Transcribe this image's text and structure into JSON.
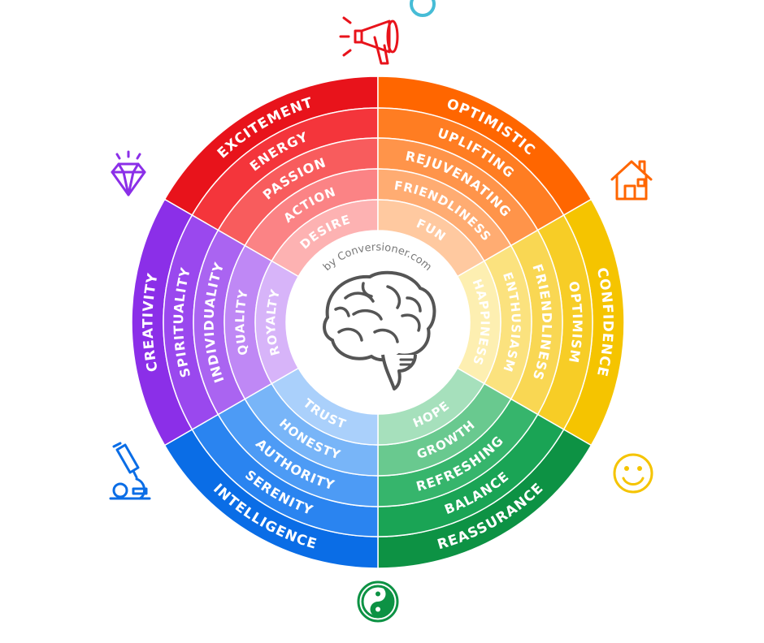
{
  "credit": "by Conversioner.com",
  "colors": {
    "red": [
      "#e8131b",
      "#f4353b",
      "#f85c5d",
      "#fb8385",
      "#fdb2b2"
    ],
    "orange": [
      "#ff6600",
      "#ff7d22",
      "#ff944a",
      "#ffac72",
      "#ffc9a0"
    ],
    "yellow": [
      "#f5c400",
      "#f7cd26",
      "#f9d753",
      "#fbe27e",
      "#fdefb1"
    ],
    "green": [
      "#0d9244",
      "#1aa455",
      "#36b56c",
      "#69c98f",
      "#a6e0bc"
    ],
    "blue": [
      "#0a6de6",
      "#2a84f0",
      "#4d9bf5",
      "#78b5f8",
      "#aad0fb"
    ],
    "purple": [
      "#8b2fe8",
      "#9a48ee",
      "#aa64f1",
      "#bf88f5",
      "#d7b4f9"
    ]
  },
  "segments": [
    {
      "name": "red",
      "labels": [
        "EXCITEMENT",
        "ENERGY",
        "PASSION",
        "ACTION",
        "DESIRE"
      ],
      "icon": "megaphone-icon"
    },
    {
      "name": "orange",
      "labels": [
        "OPTIMISTIC",
        "UPLIFTING",
        "REJUVENATING",
        "FRIENDLINESS",
        "FUN"
      ],
      "icon": "house-icon"
    },
    {
      "name": "yellow",
      "labels": [
        "CONFIDENCE",
        "OPTIMISM",
        "FRIENDLINESS",
        "ENTHUSIASM",
        "HAPPINESS"
      ],
      "icon": "smiley-icon"
    },
    {
      "name": "green",
      "labels": [
        "REASSURANCE",
        "BALANCE",
        "REFRESHING",
        "GROWTH",
        "HOPE"
      ],
      "icon": "yin-yang-icon"
    },
    {
      "name": "blue",
      "labels": [
        "INTELLIGENCE",
        "SERENITY",
        "AUTHORITY",
        "HONESTY",
        "TRUST"
      ],
      "icon": "microscope-icon"
    },
    {
      "name": "purple",
      "labels": [
        "CREATIVITY",
        "SPIRITUALITY",
        "INDIVIDUALITY",
        "QUALITY",
        "ROYALTY"
      ],
      "icon": "diamond-icon"
    }
  ]
}
